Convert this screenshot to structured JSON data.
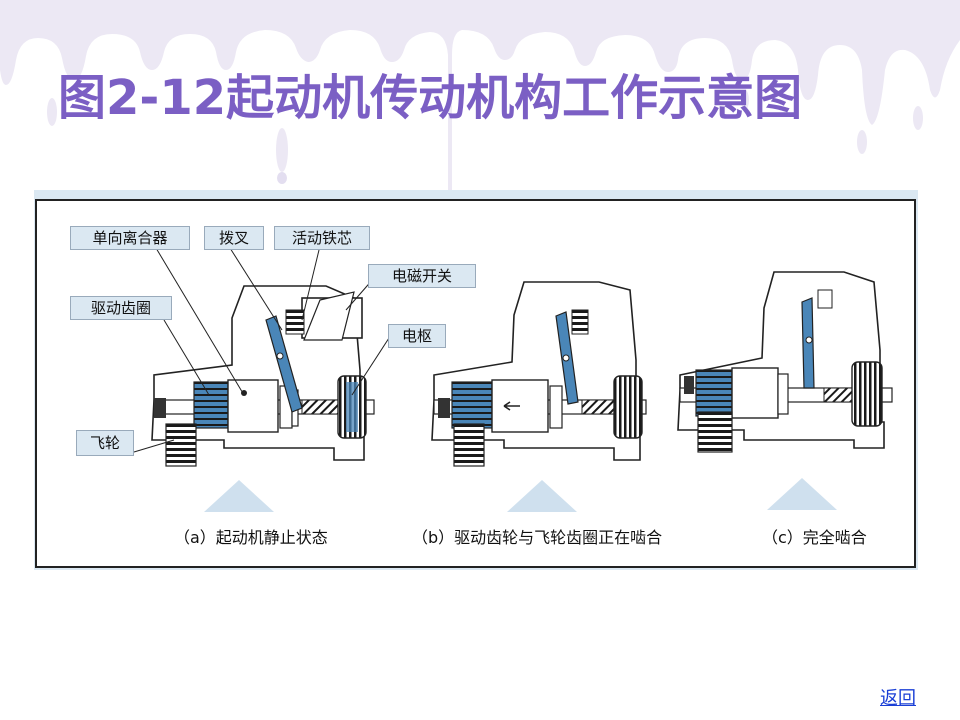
{
  "slide": {
    "title": "图2-12起动机传动机构工作示意图",
    "back_link": "返回"
  },
  "diagram": {
    "labels": {
      "one_way_clutch": "单向离合器",
      "fork": "拨叉",
      "moving_core": "活动铁芯",
      "solenoid_switch": "电磁开关",
      "drive_gear": "驱动齿圈",
      "armature": "电枢",
      "flywheel": "飞轮"
    },
    "captions": {
      "a": "（a）起动机静止状态",
      "b": "（b）驱动齿轮与飞轮齿圈正在啮合",
      "c": "（c）完全啮合"
    }
  },
  "colors": {
    "title": "#7b5fc4",
    "drip": "#ece8f4",
    "figure_bg": "#dbe8f2",
    "part_blue": "#4a86b8",
    "arrow_blue": "#cfe0ee",
    "link": "#1a3fd6"
  }
}
